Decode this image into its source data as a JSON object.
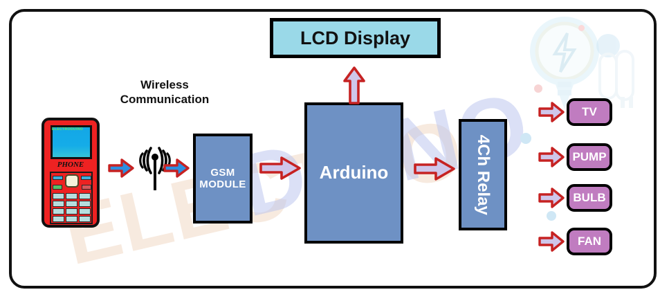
{
  "diagram": {
    "title_labels": {
      "wireless": "Wireless\nCommunication",
      "wireless_line1": "Wireless",
      "wireless_line2": "Communication"
    },
    "watermark": {
      "left_text": "ELECTRO",
      "right_text": "DUINO",
      "bulb_icon": "light-bulb-icon",
      "plug_icon": "plug-icon"
    },
    "phone": {
      "brand_text": "ELECTRODUINO",
      "device_label": "PHONE",
      "icon": "mobile-phone-icon",
      "body_color": "#ee2222",
      "screen_color": "#13a7e6"
    },
    "antenna": {
      "icon": "wireless-signal-tower-icon",
      "color": "#111111"
    },
    "blocks": [
      {
        "id": "gsm",
        "label": "GSM\nMODULE",
        "line1": "GSM",
        "line2": "MODULE",
        "color": "#6e91c4"
      },
      {
        "id": "arduino",
        "label": "Arduino",
        "color": "#6e91c4"
      },
      {
        "id": "relay",
        "label": "4Ch Relay",
        "color": "#6e91c4"
      },
      {
        "id": "lcd",
        "label": "LCD Display",
        "color": "#9ad9e8"
      }
    ],
    "outputs": [
      {
        "label": "TV",
        "color": "#c07cc0"
      },
      {
        "label": "PUMP",
        "color": "#c07cc0"
      },
      {
        "label": "BULB",
        "color": "#c07cc0"
      },
      {
        "label": "FAN",
        "color": "#c07cc0"
      }
    ],
    "arrows": {
      "phone_to_antenna": {
        "direction": "right",
        "fill": "#2d8fe0",
        "stroke": "#c62222"
      },
      "antenna_to_gsm": {
        "direction": "right",
        "fill": "#2d8fe0",
        "stroke": "#c62222"
      },
      "gsm_to_arduino": {
        "direction": "right",
        "fill": "#cfc6ea",
        "stroke": "#c62222"
      },
      "arduino_to_lcd": {
        "direction": "up",
        "fill": "#cfc6ea",
        "stroke": "#c62222"
      },
      "arduino_to_relay": {
        "direction": "right",
        "fill": "#cfc6ea",
        "stroke": "#c62222"
      },
      "relay_to_outputs": {
        "direction": "right",
        "fill": "#cfc6ea",
        "stroke": "#c62222"
      }
    },
    "frame": {
      "border_color": "#111111",
      "background": "#ffffff"
    }
  }
}
